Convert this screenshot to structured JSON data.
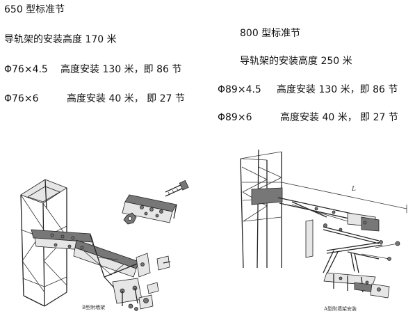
{
  "left": {
    "title": "650 型标准节",
    "install_height": "导轨架的安装高度 170 米",
    "spec1": {
      "size": "Φ76×4.5",
      "desc": "高度安装 130 米，即 86 节"
    },
    "spec2": {
      "size": "Φ76×6",
      "desc": "高度安装 40 米，   即 27 节"
    },
    "figure_caption": "B型附墙架"
  },
  "right": {
    "title": "800 型标准节",
    "install_height": "导轨架的安装高度 250 米",
    "spec1": {
      "size": "Φ89×4.5",
      "desc": "高度安装 130 米，即 86 节"
    },
    "spec2": {
      "size": "Φ89×6",
      "desc": "高度安装 40 米，   即 27 节"
    },
    "figure_caption": "A型附墙架安装",
    "dimension_label": "L"
  }
}
